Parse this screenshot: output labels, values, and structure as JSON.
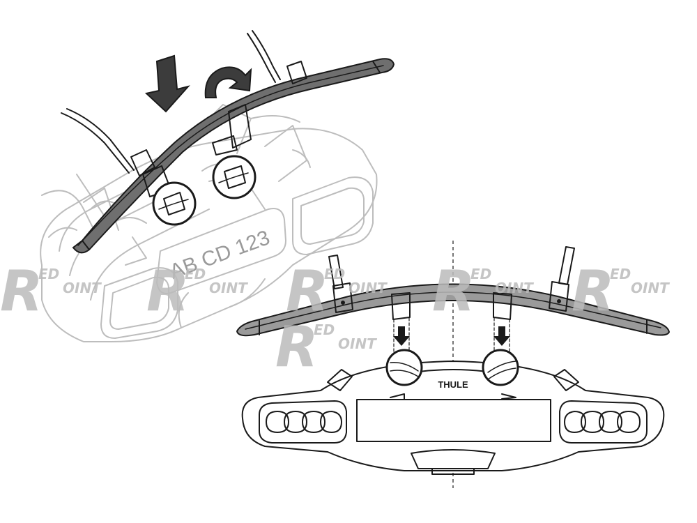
{
  "license_plate": "AB CD 123",
  "brand": "THULE",
  "watermark": {
    "letter": "R",
    "top": "ED",
    "bottom": "OINT"
  },
  "colors": {
    "ink": "#1a1a1a",
    "ghost": "#bdbdbd",
    "watermark": "#bcbcbc",
    "rail": "#6f6f6f"
  },
  "icons": [
    "arrow-down-icon",
    "rotate-arrow-icon"
  ]
}
